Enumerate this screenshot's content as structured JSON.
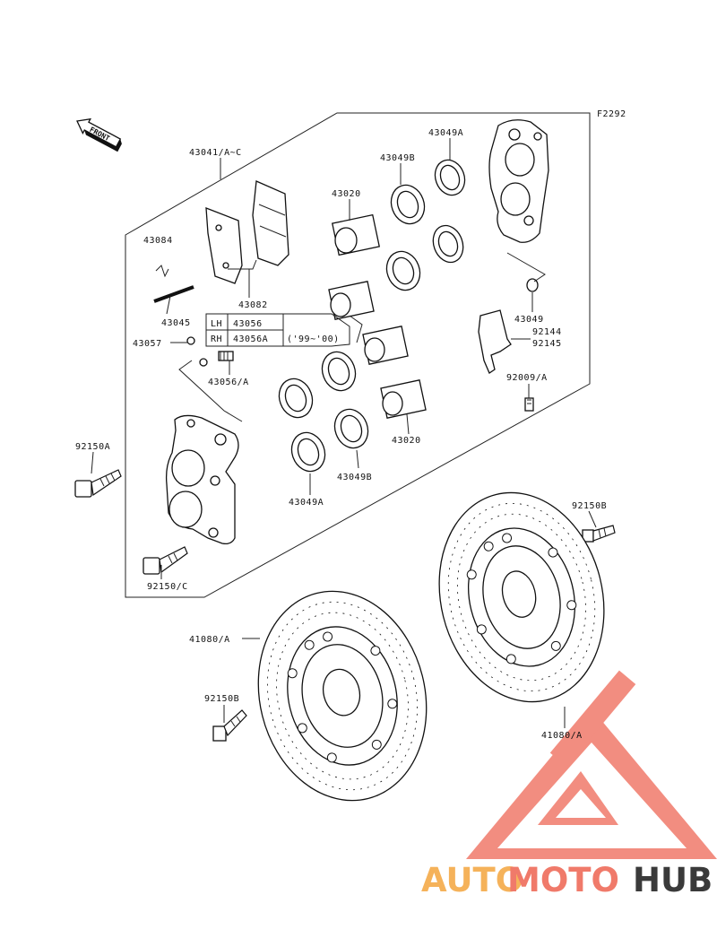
{
  "figure_id": "F2292",
  "front_label": "FRONT",
  "watermark": {
    "part1": "AUTO",
    "part2": "MOTO",
    "part3": "HUB",
    "color1": "#f5b25a",
    "color2": "#f07a6a",
    "color3": "#3a3a3a",
    "triangle_color": "#f07a6a"
  },
  "labels": {
    "caliper_assy": "43041/A~C",
    "seal_a_top": "43049A",
    "seal_b_top": "43049B",
    "piston_top": "43020",
    "pad_spring": "43084",
    "pad_set": "43082",
    "pin": "43045",
    "bleed_cap": "43057",
    "bleed_valve": "43056/A",
    "washer": "43049",
    "bracket_a": "92144",
    "bracket_b": "92145",
    "bolt_bracket": "92009/A",
    "piston_bottom": "43020",
    "seal_b_bottom": "43049B",
    "seal_a_bottom": "43049A",
    "bolt_a": "92150A",
    "bolt_c": "92150/C",
    "bolt_b_right": "92150B",
    "bolt_b_left": "92150B",
    "disc_left": "41080/A",
    "disc_right": "41080/A"
  },
  "variant_table": {
    "rows": [
      {
        "side": "LH",
        "part": "43056"
      },
      {
        "side": "RH",
        "part": "43056A"
      }
    ],
    "years": "('99~'00)"
  }
}
